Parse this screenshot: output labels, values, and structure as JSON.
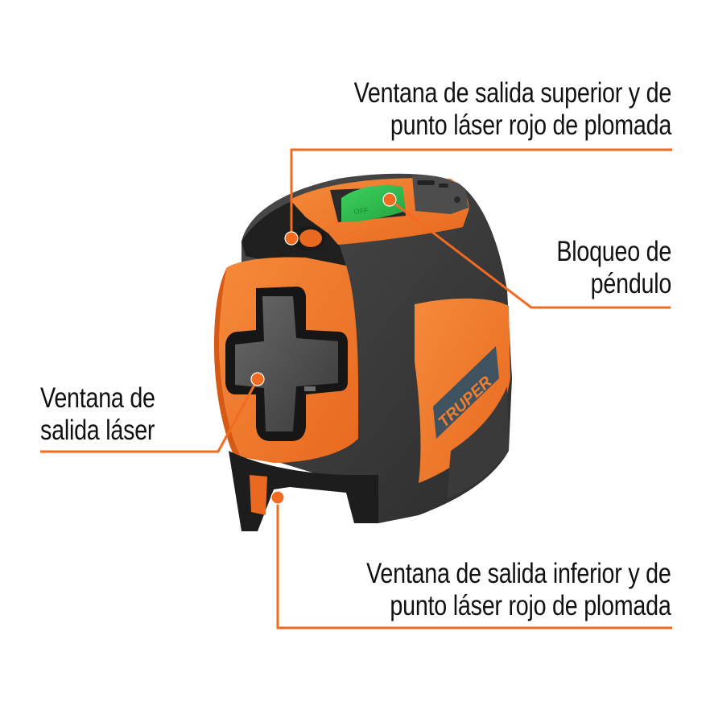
{
  "product": {
    "brand": "TRUPER",
    "type": "cross-line laser level",
    "colors": {
      "accent_orange": "#F26B21",
      "body_orange": "#F07F2E",
      "body_dark": "#3A3A3A",
      "body_black": "#1E1E1E",
      "switch_green": "#2DB84B",
      "badge_slate": "#3F5260",
      "callout_line": "#F26B21",
      "text": "#111111",
      "background": "#FFFFFF"
    }
  },
  "callouts": [
    {
      "id": "top-window",
      "lines": [
        "Ventana de salida superior y de",
        "punto láser rojo de plomada"
      ]
    },
    {
      "id": "pendulum-lock",
      "lines": [
        "Bloqueo de",
        "péndulo"
      ]
    },
    {
      "id": "laser-window",
      "lines": [
        "Ventana de",
        "salida láser"
      ]
    },
    {
      "id": "bottom-window",
      "lines": [
        "Ventana de salida inferior y de",
        "punto láser rojo de plomada"
      ]
    }
  ]
}
